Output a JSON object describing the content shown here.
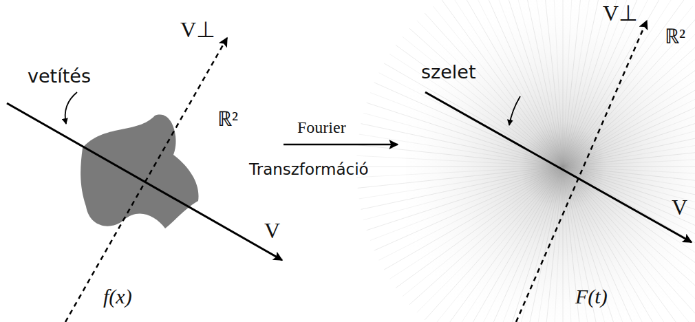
{
  "diagram": {
    "labels": [
      "vetítés",
      "V⊥",
      "ℝ²",
      "V",
      "f(x)",
      "Fourier",
      "Transzformáció",
      "szelet",
      "V⊥",
      "ℝ²",
      "V",
      "F(t)"
    ]
  }
}
